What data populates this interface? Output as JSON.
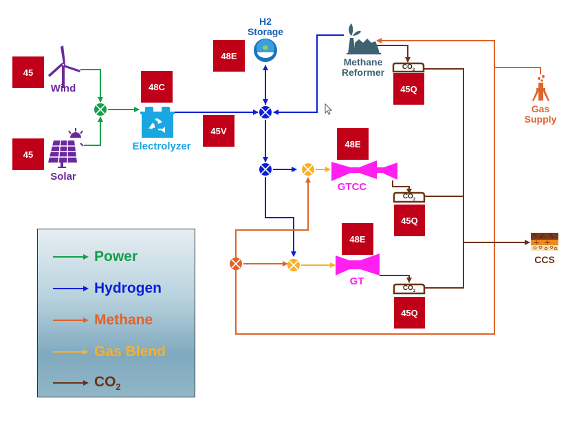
{
  "colors": {
    "power": "#13a04a",
    "hydrogen": "#0a1fd6",
    "methane": "#e0632a",
    "gas_blend": "#f8b128",
    "co2": "#6b3214",
    "credit_box": "#c00018",
    "turbine": "#ff1ff0",
    "electrolyzer": "#1aa6e0",
    "reformer": "#3e6272",
    "storage": "#1a73c0",
    "renewables": "#6a2a9e"
  },
  "nodes": {
    "wind": {
      "label": "Wind",
      "credit": "45"
    },
    "solar": {
      "label": "Solar",
      "credit": "45"
    },
    "electrolyzer": {
      "label": "Electrolyzer",
      "credit": "48C"
    },
    "h2_storage": {
      "label_line1": "H2",
      "label_line2": "Storage",
      "credit": "48E"
    },
    "hydrogen_pipeline_credit": "45V",
    "methane_reformer": {
      "label_line1": "Methane",
      "label_line2": "Reformer",
      "co2_label": "CO",
      "co2_sub": "2",
      "credit": "45Q"
    },
    "gtcc": {
      "label": "GTCC",
      "credit": "48E",
      "co2_label": "CO",
      "co2_sub": "2",
      "co2_credit": "45Q"
    },
    "gt": {
      "label": "GT",
      "credit": "48E",
      "co2_label": "CO",
      "co2_sub": "2",
      "co2_credit": "45Q"
    },
    "gas_supply": {
      "label_line1": "Gas",
      "label_line2": "Supply"
    },
    "ccs": {
      "label": "CCS"
    }
  },
  "legend": {
    "items": [
      {
        "label": "Power",
        "key": "power"
      },
      {
        "label": "Hydrogen",
        "key": "hydrogen"
      },
      {
        "label": "Methane",
        "key": "methane"
      },
      {
        "label": "Gas Blend",
        "key": "gas_blend"
      },
      {
        "label": "CO",
        "sub": "2",
        "key": "co2"
      }
    ]
  }
}
